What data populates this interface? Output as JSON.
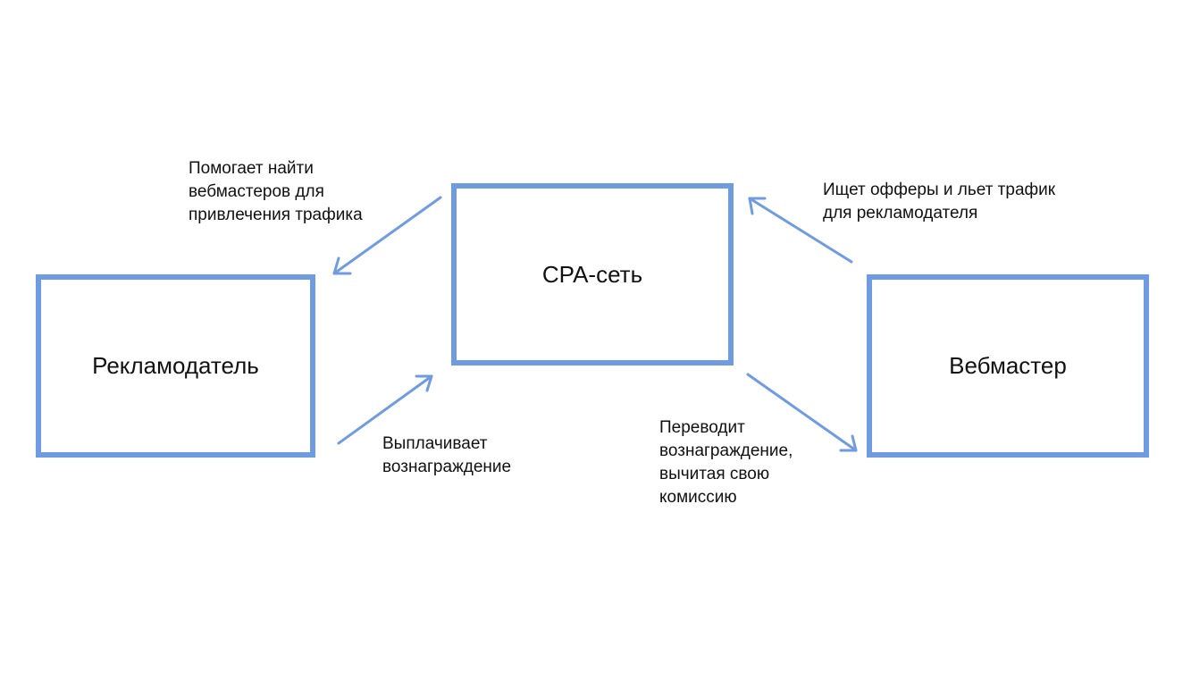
{
  "nodes": {
    "advertiser": "Рекламодатель",
    "cpa_network": "CPA-сеть",
    "webmaster": "Вебмастер"
  },
  "edges": {
    "cpa_to_advertiser": "Помогает найти\nвебмастеров для\nпривлечения трафика",
    "advertiser_to_cpa": "Выплачивает\nвознаграждение",
    "webmaster_to_cpa": "Ищет офферы и льет трафик\nдля рекламодателя",
    "cpa_to_webmaster": "Переводит\nвознаграждение,\nвычитая свою\nкомиссию"
  },
  "colors": {
    "accent": "#6f9be0",
    "text": "#111111",
    "background": "#ffffff"
  }
}
